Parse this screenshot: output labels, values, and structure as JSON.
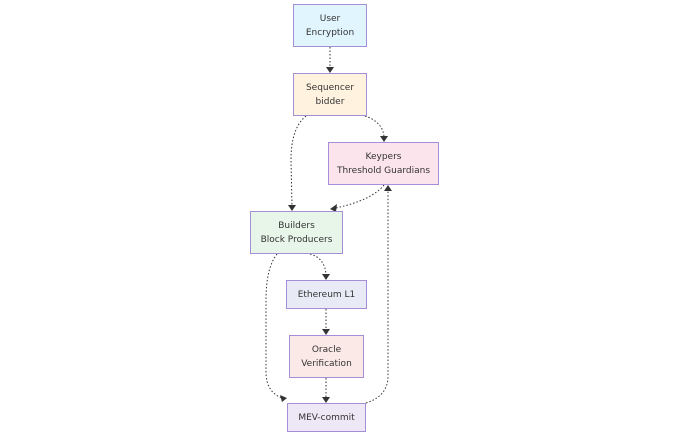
{
  "nodes": {
    "user": {
      "line1": "User",
      "line2": "Encryption",
      "color": "#e1f5fe"
    },
    "sequencer": {
      "line1": "Sequencer",
      "line2": "bidder",
      "color": "#fff3e0"
    },
    "keypers": {
      "line1": "Keypers",
      "line2": "Threshold Guardians",
      "color": "#fce4ec"
    },
    "builders": {
      "line1": "Builders",
      "line2": "Block Producers",
      "color": "#e8f5e9"
    },
    "ethereum": {
      "line1": "Ethereum L1",
      "color": "#e8eaf6"
    },
    "oracle": {
      "line1": "Oracle",
      "line2": "Verification",
      "color": "#fbe9e7"
    },
    "mev": {
      "line1": "MEV-commit",
      "color": "#ede7f6"
    }
  },
  "edges": [
    {
      "from": "user",
      "to": "sequencer"
    },
    {
      "from": "sequencer",
      "to": "keypers"
    },
    {
      "from": "sequencer",
      "to": "builders"
    },
    {
      "from": "keypers",
      "to": "builders"
    },
    {
      "from": "builders",
      "to": "ethereum"
    },
    {
      "from": "builders",
      "to": "mev"
    },
    {
      "from": "ethereum",
      "to": "oracle"
    },
    {
      "from": "oracle",
      "to": "mev"
    },
    {
      "from": "mev",
      "to": "keypers"
    }
  ],
  "line_color": "#333333",
  "border_color": "#a48fd6"
}
